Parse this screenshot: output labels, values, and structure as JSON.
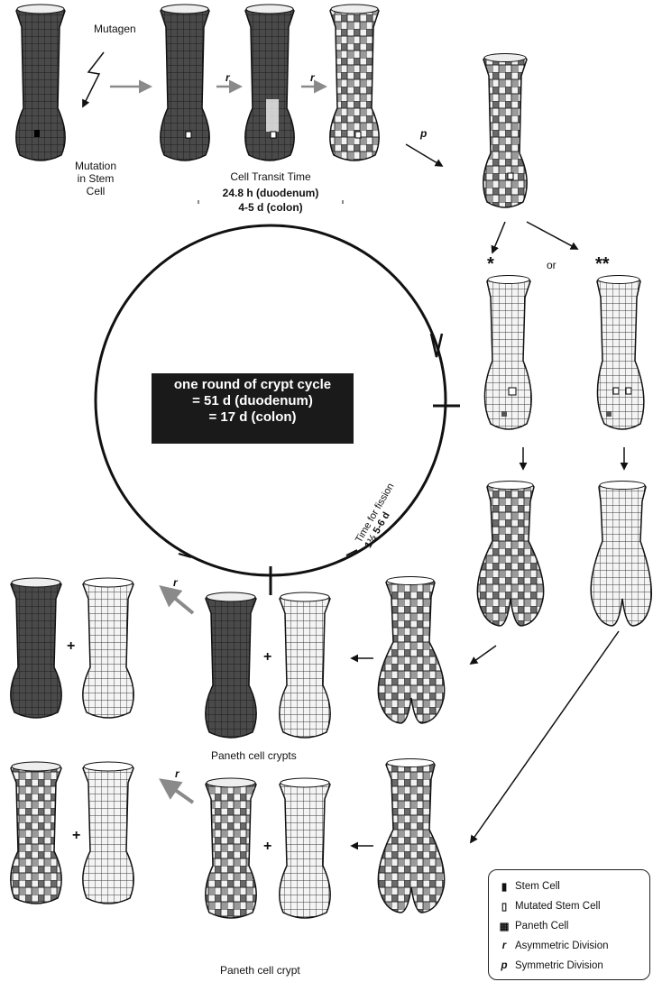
{
  "labels": {
    "mutagen": "Mutagen",
    "mutation_line1": "Mutation",
    "mutation_line2": "in Stem",
    "mutation_line3": "Cell",
    "transit_title": "Cell Transit Time",
    "transit_duodenum": "24.8 h (duodenum)",
    "transit_colon": "4-5 d (colon)",
    "arrow_r": "r",
    "arrow_p": "p",
    "single_star": "*",
    "or_text": "or",
    "double_star": "**",
    "paneth_crypts": "Paneth cell crypts",
    "paneth_crypt": "Paneth cell crypt",
    "plus": "+",
    "fission_time": "Time for fission",
    "fission_value": "1½ 5-6 d"
  },
  "cycle": {
    "line1": "one round of crypt cycle",
    "line2": "= 51 d (duodenum)",
    "line3": "= 17 d (colon)"
  },
  "legend": {
    "stem": "Stem Cell",
    "mutated": "Mutated Stem Cell",
    "paneth": "Paneth Cell",
    "asym_symbol": "r",
    "asym": "Asymmetric Division",
    "sym_symbol": "p",
    "sym": "Symmetric Division"
  }
}
